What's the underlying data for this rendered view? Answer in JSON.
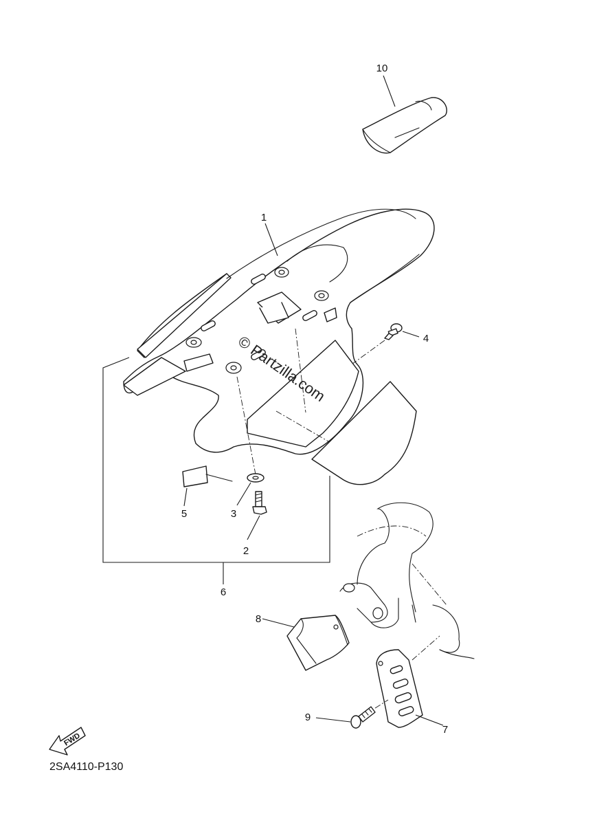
{
  "callouts": {
    "c1": "1",
    "c2": "2",
    "c3": "3",
    "c4": "4",
    "c5": "5",
    "c6": "6",
    "c7": "7",
    "c8": "8",
    "c9": "9",
    "c10": "10"
  },
  "watermark": "© Partzilla.com",
  "fwd_arrow": "FWD",
  "diagram_code": "2SA4110-P130"
}
